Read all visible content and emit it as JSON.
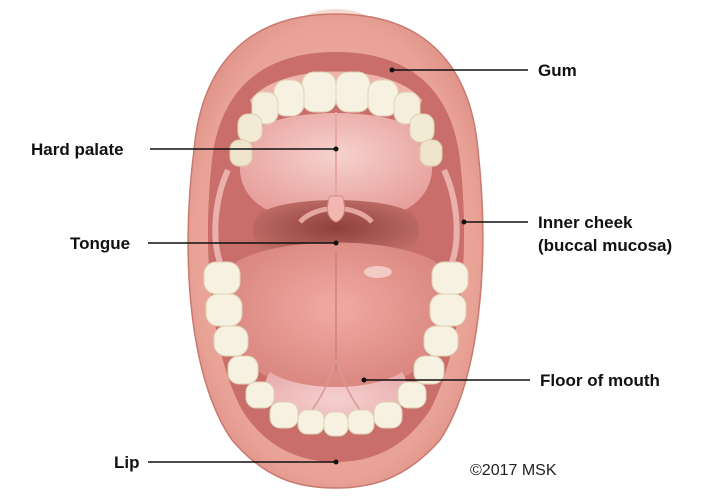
{
  "labels": {
    "gum": "Gum",
    "hard_palate": "Hard palate",
    "tongue": "Tongue",
    "inner_cheek_line1": "Inner cheek",
    "inner_cheek_line2": "(buccal mucosa)",
    "floor_of_mouth": "Floor of mouth",
    "lip": "Lip"
  },
  "credit": "©2017 MSK",
  "colors": {
    "lip": "#e9a296",
    "lip_dark": "#c9706a",
    "skin": "#f3c9bd",
    "gum": "#f0b3ab",
    "tooth": "#f7f1e2",
    "tooth_shadow": "#e4d8bd",
    "palate": "#efb6b2",
    "throat": "#a8524e",
    "tongue": "#e49a92",
    "floor": "#f0bfc0",
    "leader": "#111111"
  }
}
